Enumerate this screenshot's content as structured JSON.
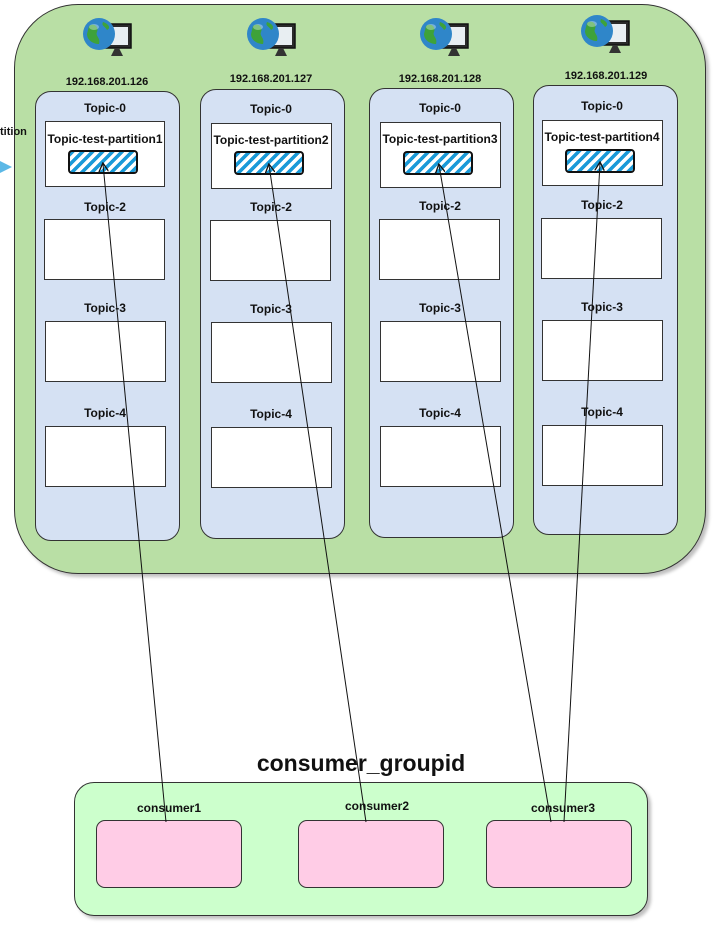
{
  "edge_label": "tition",
  "brokers": [
    {
      "ip": "192.168.201.126",
      "topic0": "Topic-0",
      "partition": "Topic-test-partition1",
      "topic2": "Topic-2",
      "topic3": "Topic-3",
      "topic4": "Topic-4"
    },
    {
      "ip": "192.168.201.127",
      "topic0": "Topic-0",
      "partition": "Topic-test-partition2",
      "topic2": "Topic-2",
      "topic3": "Topic-3",
      "topic4": "Topic-4"
    },
    {
      "ip": "192.168.201.128",
      "topic0": "Topic-0",
      "partition": "Topic-test-partition3",
      "topic2": "Topic-2",
      "topic3": "Topic-3",
      "topic4": "Topic-4"
    },
    {
      "ip": "192.168.201.129",
      "topic0": "Topic-0",
      "partition": "Topic-test-partition4",
      "topic2": "Topic-2",
      "topic3": "Topic-3",
      "topic4": "Topic-4"
    }
  ],
  "consumer_group": {
    "title": "consumer_groupid",
    "consumers": [
      "consumer1",
      "consumer2",
      "consumer3"
    ]
  },
  "connections": [
    {
      "consumer": "consumer1",
      "partition": "Topic-test-partition1"
    },
    {
      "consumer": "consumer2",
      "partition": "Topic-test-partition2"
    },
    {
      "consumer": "consumer3",
      "partition": "Topic-test-partition3"
    },
    {
      "consumer": "consumer3",
      "partition": "Topic-test-partition4"
    }
  ],
  "colors": {
    "cluster_bg": "#b9dfa5",
    "broker_bg": "#d5e1f3",
    "group_bg": "#ccffcc",
    "consumer_bg": "#ffcce6",
    "hatch": "#1a9ad8",
    "arrow": "#5cb8e6"
  },
  "icons": {
    "host": "globe-computer-icon"
  }
}
